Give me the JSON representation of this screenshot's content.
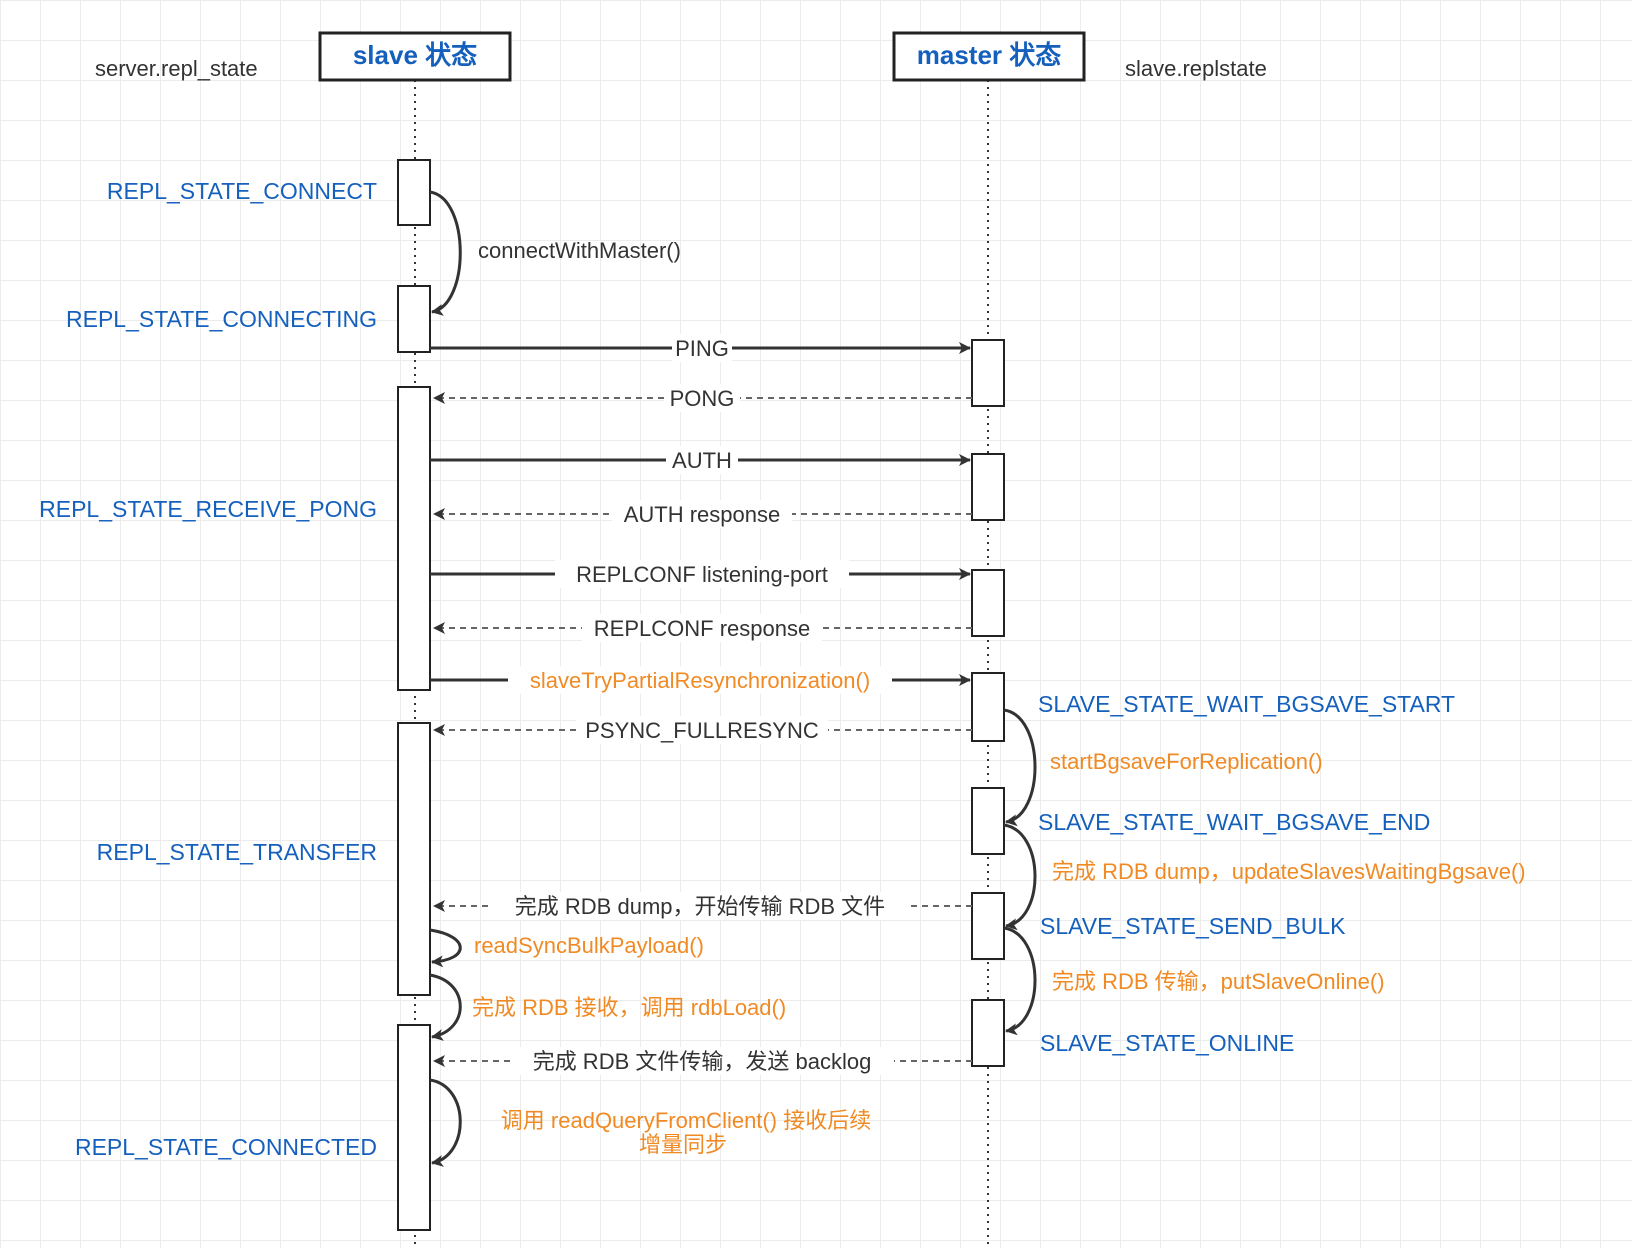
{
  "participants": {
    "slave": {
      "title": "slave 状态",
      "state_field": "server.repl_state"
    },
    "master": {
      "title": "master 状态",
      "state_field": "slave.replstate"
    }
  },
  "slave_states": [
    "REPL_STATE_CONNECT",
    "REPL_STATE_CONNECTING",
    "REPL_STATE_RECEIVE_PONG",
    "REPL_STATE_TRANSFER",
    "REPL_STATE_CONNECTED"
  ],
  "master_states": [
    "SLAVE_STATE_WAIT_BGSAVE_START",
    "SLAVE_STATE_WAIT_BGSAVE_END",
    "SLAVE_STATE_SEND_BULK",
    "SLAVE_STATE_ONLINE"
  ],
  "slave_self_calls": [
    "connectWithMaster()",
    "readSyncBulkPayload()",
    "完成 RDB 接收，调用 rdbLoad()",
    "调用 readQueryFromClient() 接收后续",
    "增量同步"
  ],
  "master_self_calls": [
    "startBgsaveForReplication()",
    "完成 RDB dump，updateSlavesWaitingBgsave()",
    "完成 RDB 传输，putSlaveOnline()"
  ],
  "messages": [
    {
      "label": "PING",
      "direction": "to-master",
      "style": "solid"
    },
    {
      "label": "PONG",
      "direction": "to-slave",
      "style": "dashed"
    },
    {
      "label": "AUTH",
      "direction": "to-master",
      "style": "solid"
    },
    {
      "label": "AUTH response",
      "direction": "to-slave",
      "style": "dashed"
    },
    {
      "label": "REPLCONF listening-port",
      "direction": "to-master",
      "style": "solid"
    },
    {
      "label": "REPLCONF response",
      "direction": "to-slave",
      "style": "dashed"
    },
    {
      "label": "slaveTryPartialResynchronization()",
      "direction": "to-master",
      "style": "solid",
      "highlight": true
    },
    {
      "label": "PSYNC_FULLRESYNC",
      "direction": "to-slave",
      "style": "dashed"
    },
    {
      "label": "完成 RDB dump，开始传输 RDB 文件",
      "direction": "to-slave",
      "style": "dashed"
    },
    {
      "label": "完成 RDB 文件传输，发送 backlog",
      "direction": "to-slave",
      "style": "dashed"
    }
  ],
  "colors": {
    "state": "#1560bd",
    "function": "#f08a24",
    "text": "#333333",
    "line": "#333333"
  }
}
